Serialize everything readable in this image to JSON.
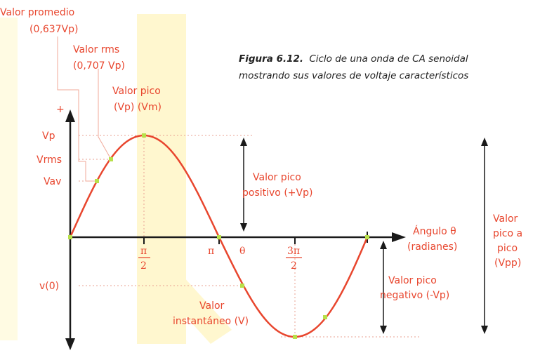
{
  "caption": {
    "figure": "Figura 6.12.",
    "line1": "Ciclo de una onda de CA senoidal",
    "line2": "mostrando sus valores de voltaje característicos"
  },
  "labels": {
    "valor_promedio_1": "Valor promedio",
    "valor_promedio_2": "(0,637Vp)",
    "valor_rms_1": "Valor rms",
    "valor_rms_2": "(0,707 Vp)",
    "valor_pico_1": "Valor pico",
    "valor_pico_2": "(Vp) (Vm)",
    "plus": "+",
    "vp": "Vp",
    "vrms": "Vrms",
    "vav": "Vav",
    "v0": "v(0)",
    "pico_pos_1": "Valor pico",
    "pico_pos_2": "positivo (+Vp)",
    "pico_neg_1": "Valor pico",
    "pico_neg_2": "negativo (-Vp)",
    "instant_1": "Valor",
    "instant_2": "instantáneo (V)",
    "angulo_1": "Ángulo θ",
    "angulo_2": "(radianes)",
    "pp_1": "Valor",
    "pp_2": "pico a",
    "pp_3": "pico",
    "pp_4": "(Vpp)"
  },
  "ticks": {
    "pi_half_num": "π",
    "pi_half_den": "2",
    "pi": "π",
    "theta": "θ",
    "three_pi_half_num": "3π",
    "three_pi_half_den": "2"
  },
  "colors": {
    "curve": "#e8462e",
    "marker": "#b8e04a",
    "axis": "#1a1a1a",
    "watermark": "#fff3b0"
  }
}
